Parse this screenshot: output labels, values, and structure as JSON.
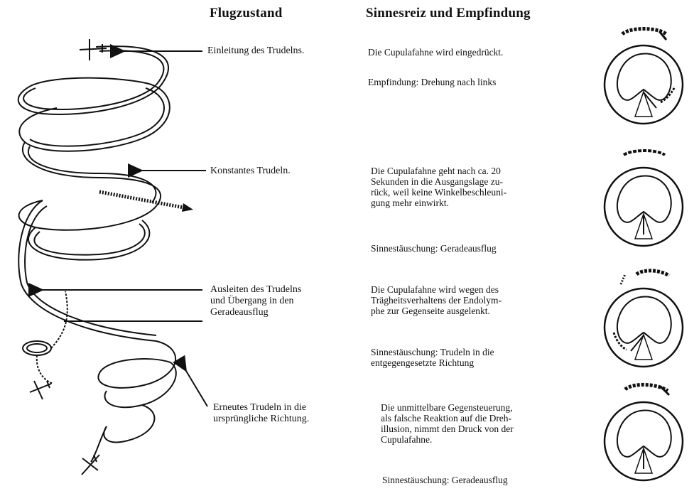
{
  "headers": {
    "flight_state": "Flugzustand",
    "sensation": "Sinnesreiz und Empfindung"
  },
  "stages": [
    {
      "state_lines": [
        "Einleitung des Trudelns."
      ],
      "desc_lines": [
        "Die Cupulafahne wird eingedrückt."
      ],
      "perception": "Empfindung: Drehung nach links"
    },
    {
      "state_lines": [
        "Konstantes Trudeln."
      ],
      "desc_lines": [
        "Die Cupulafahne geht nach ca. 20",
        "Sekunden in die Ausgangslage zu-",
        "rück, weil keine Winkelbeschleuni-",
        "gung mehr einwirkt."
      ],
      "perception": "Sinnestäuschung: Geradeausflug"
    },
    {
      "state_lines": [
        "Ausleiten des Trudelns",
        "und Übergang in den",
        "Geradeausflug"
      ],
      "desc_lines": [
        "Die Cupulafahne wird wegen des",
        "Trägheitsverhaltens der Endolym-",
        "phe zur Gegenseite ausgelenkt."
      ],
      "perception_lines": [
        "Sinnestäuschung: Trudeln in die",
        "entgegengesetzte Richtung"
      ]
    },
    {
      "state_lines": [
        "Erneutes Trudeln in die",
        "ursprüngliche Richtung."
      ],
      "desc_lines": [
        "Die unmittelbare Gegensteuerung,",
        "als falsche Reaktion auf die Dreh-",
        "illusion, nimmt den Druck von der",
        "Cupulafahne."
      ],
      "perception": "Sinnestäuschung: Geradeausflug"
    }
  ]
}
